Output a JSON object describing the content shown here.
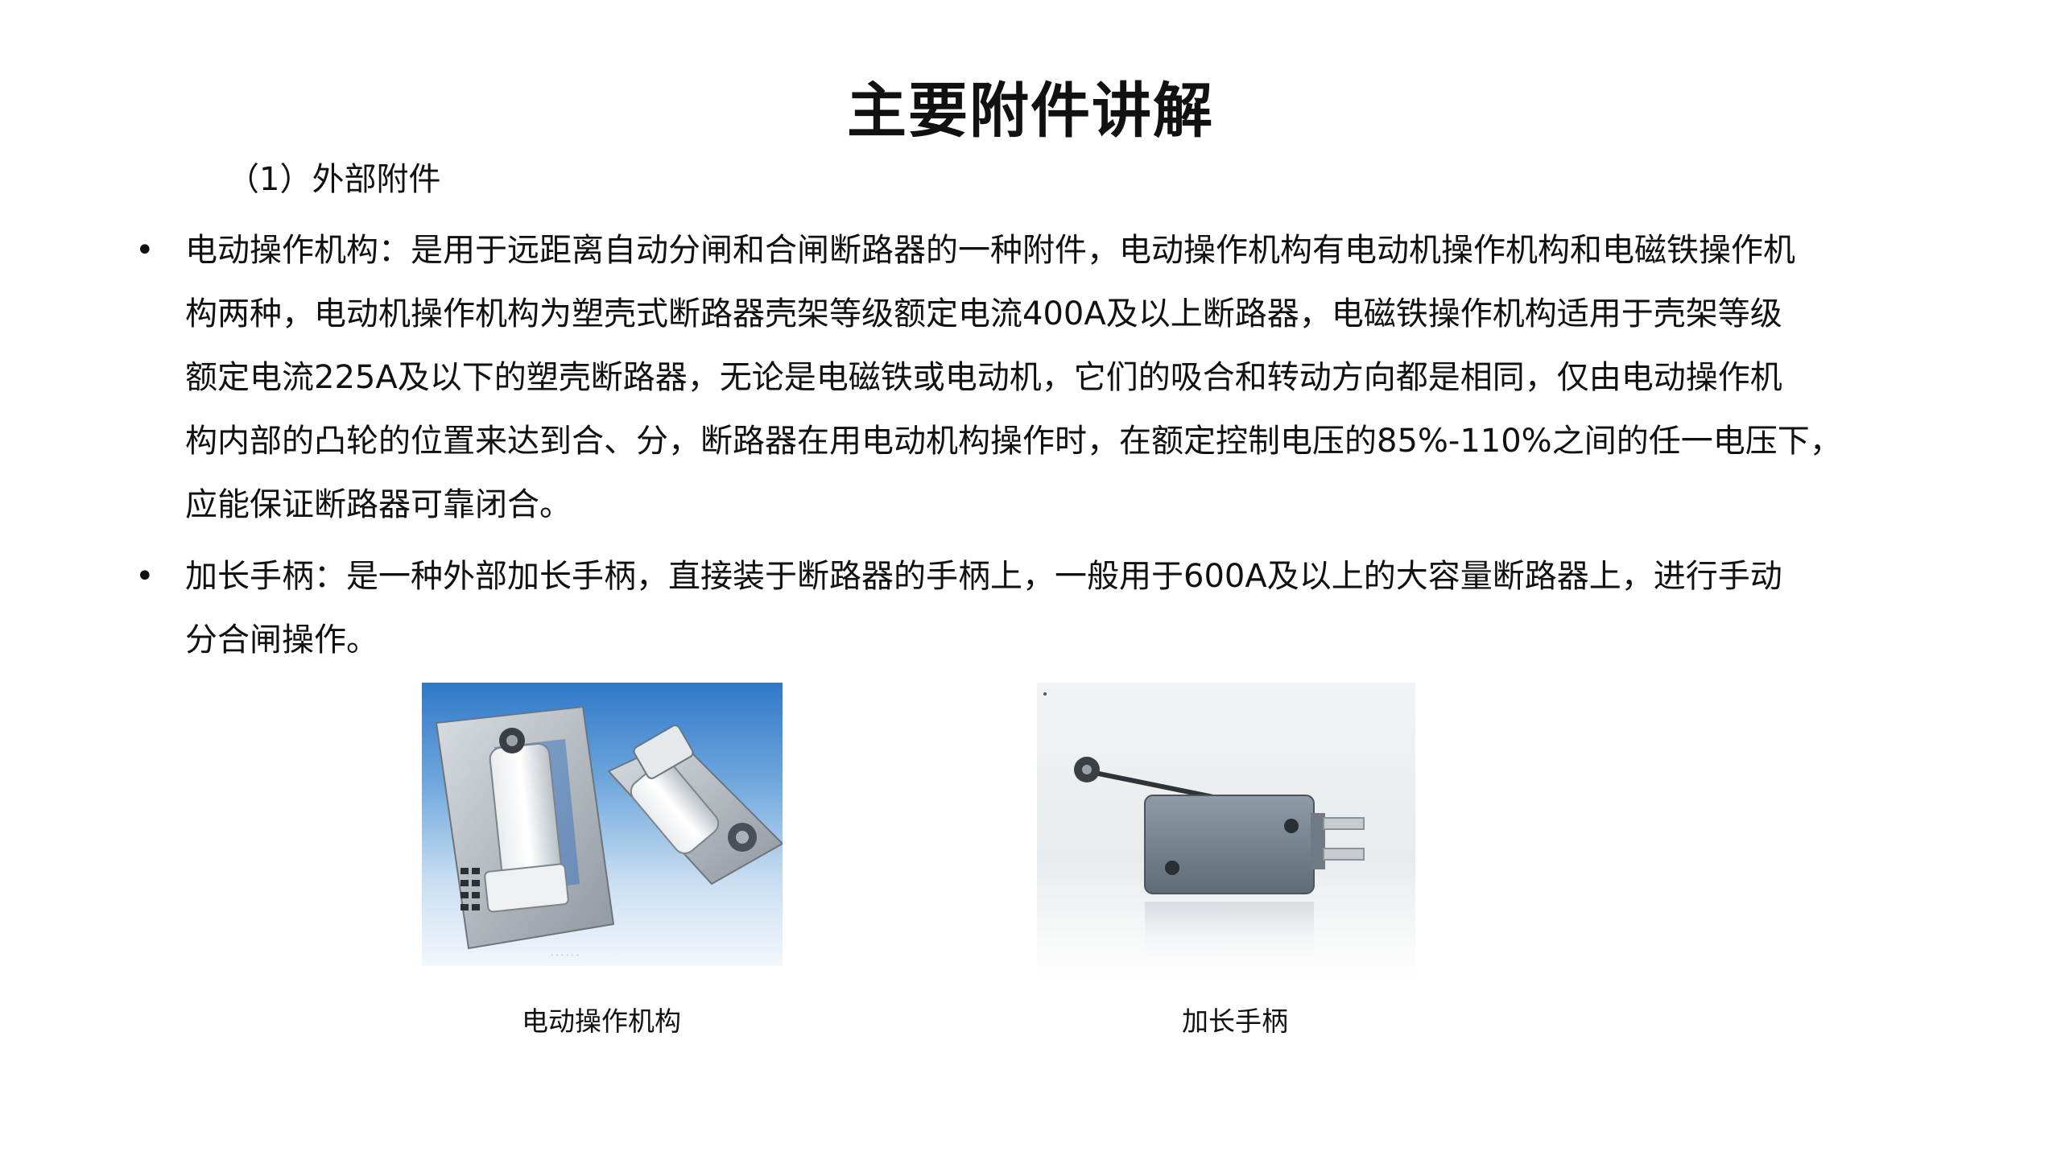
{
  "slide": {
    "title": "主要附件讲解",
    "subtitle": "（1）外部附件"
  },
  "bullets": [
    {
      "marker": "•",
      "lines": [
        "电动操作机构：是用于远距离自动分闸和合闸断路器的一种附件，电动操作机构有电动机操作机构和电磁铁操作机",
        "构两种，电动机操作机构为塑壳式断路器壳架等级额定电流400A及以上断路器，电磁铁操作机构适用于壳架等级",
        "额定电流225A及以下的塑壳断路器，无论是电磁铁或电动机，它们的吸合和转动方向都是相同，仅由电动操作机",
        "构内部的凸轮的位置来达到合、分，断路器在用电动机构操作时，在额定控制电压的85%-110%之间的任一电压下，",
        "应能保证断路器可靠闭合。"
      ]
    },
    {
      "marker": "•",
      "lines": [
        "加长手柄：是一种外部加长手柄，直接装于断路器的手柄上，一般用于600A及以上的大容量断路器上，进行手动",
        "分合闸操作。"
      ]
    }
  ],
  "figures": [
    {
      "caption": "电动操作机构",
      "icon": "motor-operator-photo"
    },
    {
      "caption": "加长手柄",
      "icon": "extension-handle-photo"
    }
  ],
  "colors": {
    "text": "#111111",
    "photo_sky": "#2f78c8"
  }
}
